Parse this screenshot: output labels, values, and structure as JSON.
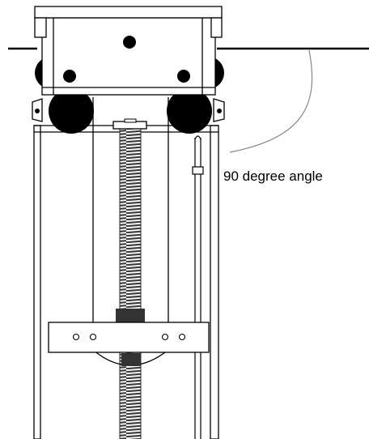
{
  "annotation": {
    "label": "90 degree angle"
  },
  "colors": {
    "line": "#000000",
    "fill": "#ffffff",
    "screw": "#4a4a4a",
    "nut": "#333333",
    "leader": "#888888"
  },
  "icons": {
    "assembly": "lift-assembly-diagram",
    "screw": "threaded-rod",
    "wheel": "roller-wheel"
  }
}
